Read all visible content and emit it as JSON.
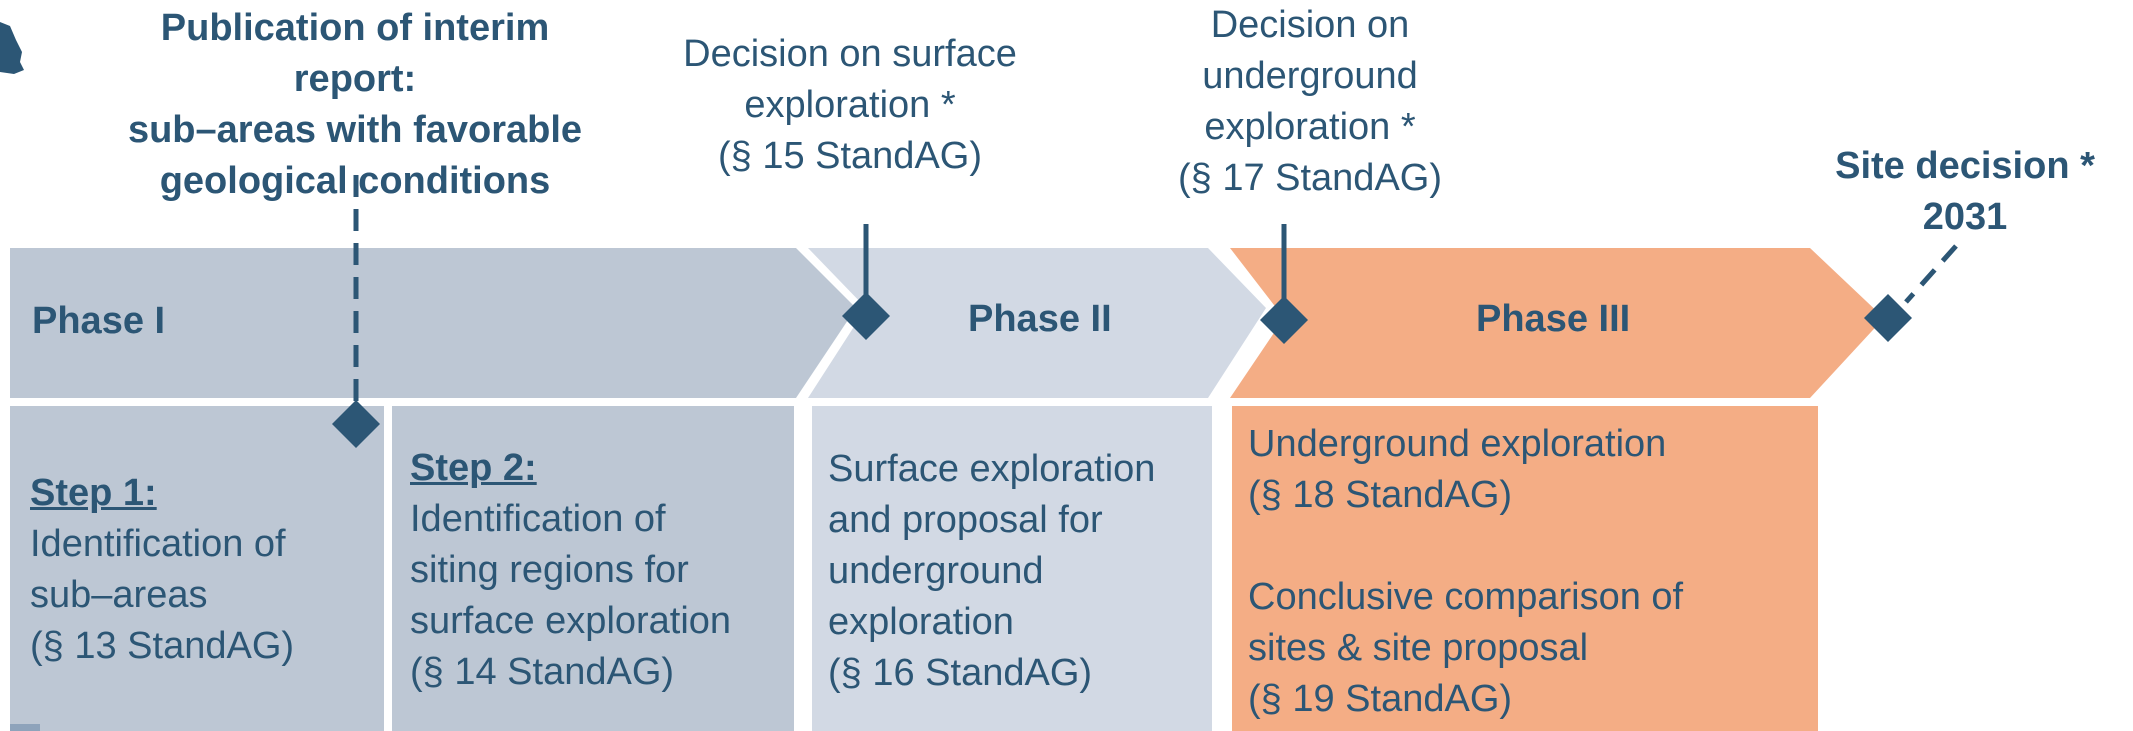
{
  "milestones": {
    "interim_report": {
      "lines": [
        "Publication of interim",
        "report:",
        "sub–areas with favorable",
        "geological conditions"
      ]
    },
    "surface_decision": {
      "lines": [
        "Decision on surface",
        "exploration *",
        "(§ 15 StandAG)"
      ]
    },
    "underground_decision": {
      "lines": [
        "Decision on",
        "underground",
        "exploration *",
        "(§ 17 StandAG)"
      ]
    },
    "site_decision": {
      "lines": [
        "Site decision *",
        "2031"
      ]
    }
  },
  "phases": {
    "phase1": "Phase I",
    "phase2": "Phase II",
    "phase3": "Phase III"
  },
  "boxes": {
    "step1": {
      "title": "Step 1:",
      "lines": [
        "Identification of",
        "sub–areas",
        "(§ 13 StandAG)"
      ]
    },
    "step2": {
      "title": "Step 2:",
      "lines": [
        "Identification of",
        "siting regions for",
        "surface exploration",
        "(§ 14 StandAG)"
      ]
    },
    "phase2_box": {
      "lines": [
        "Surface exploration",
        "and proposal for",
        "underground",
        "exploration",
        "(§ 16 StandAG)"
      ]
    },
    "phase3_box": {
      "lines_a": [
        "Underground exploration",
        "(§ 18 StandAG)"
      ],
      "lines_b": [
        "Conclusive comparison of",
        "sites & site proposal",
        "(§ 19 StandAG)"
      ]
    }
  },
  "colors": {
    "phase1_fill": "#bdc7d4",
    "phase2_fill": "#d2d9e4",
    "phase3_fill": "#f4ad85",
    "accent": "#2c5675"
  }
}
